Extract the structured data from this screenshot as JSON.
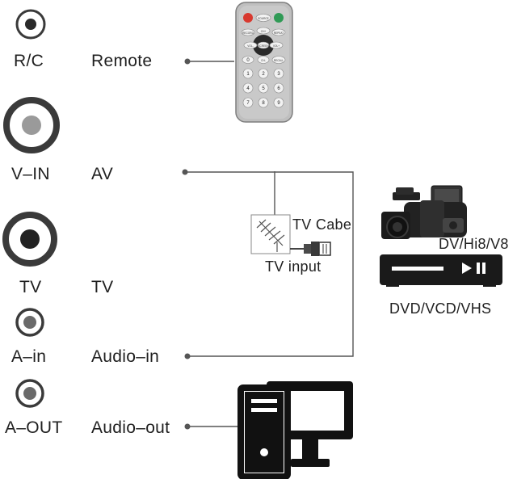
{
  "ports": [
    {
      "id": "rc",
      "label": "R/C",
      "function": "Remote"
    },
    {
      "id": "vin",
      "label": "V–IN",
      "function": "AV"
    },
    {
      "id": "tv",
      "label": "TV",
      "function": "TV"
    },
    {
      "id": "ain",
      "label": "A–in",
      "function": "Audio–in"
    },
    {
      "id": "aout",
      "label": "A–OUT",
      "function": "Audio–out"
    }
  ],
  "antenna": {
    "title": "TV Cabe",
    "caption": "TV input"
  },
  "devices": {
    "camcorder_label": "DV/Hi8/V8",
    "player_label": "DVD/VCD/VHS"
  },
  "remote": {
    "top_labels": [
      "SOURCE",
      "RECORD",
      "CH+",
      "REPEAT",
      "VOL-",
      "SCREEN",
      "VOL+",
      "CH-",
      "RECALL"
    ],
    "digits": [
      "0",
      "1",
      "2",
      "3",
      "4",
      "5",
      "6",
      "7",
      "8",
      "9"
    ]
  },
  "colors": {
    "line": "#555555",
    "power": "#d8392f",
    "mute": "#2f9a55"
  }
}
